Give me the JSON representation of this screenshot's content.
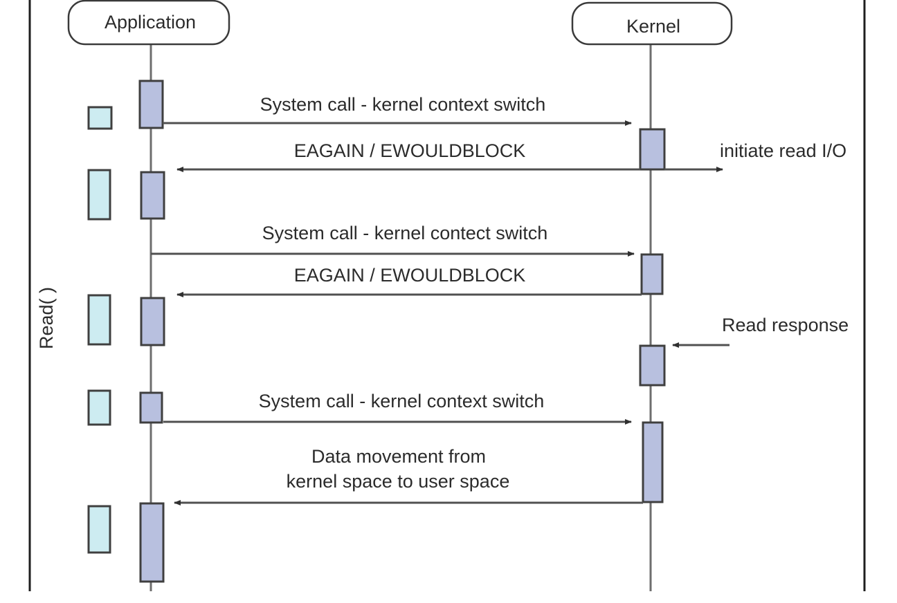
{
  "participants": {
    "application": "Application",
    "kernel": "Kernel"
  },
  "side_label": "Read( )",
  "messages": {
    "m1": "System call - kernel context switch",
    "m2": "EAGAIN / EWOULDBLOCK",
    "m3": "System call - kernel contect switch",
    "m4": "EAGAIN / EWOULDBLOCK",
    "m5": "System call - kernel context switch",
    "m6_line1": "Data movement from",
    "m6_line2": "kernel space to user space"
  },
  "notes": {
    "initiate_read": "initiate read I/O",
    "read_response": "Read response"
  },
  "colors": {
    "activation_fill": "#b8c0df",
    "cpu_block_fill": "#cdecf1",
    "line": "#505050"
  }
}
